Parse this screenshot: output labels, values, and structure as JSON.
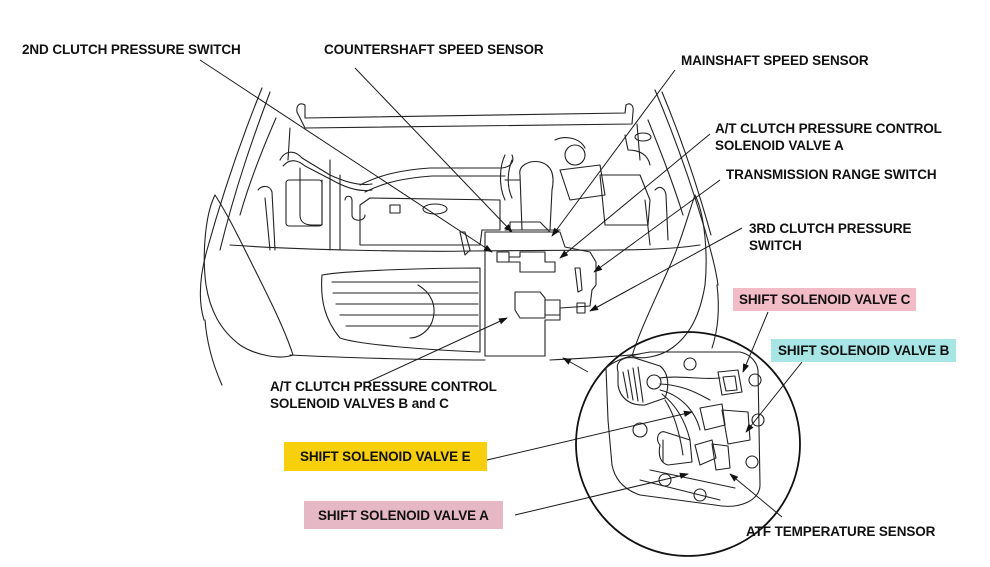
{
  "diagram": {
    "subject": "Engine compartment view with transmission component locations",
    "labels": [
      {
        "id": "second_clutch_pressure_switch",
        "lines": [
          "2ND CLUTCH PRESSURE SWITCH"
        ],
        "highlight": null
      },
      {
        "id": "countershaft_speed_sensor",
        "lines": [
          "COUNTERSHAFT SPEED SENSOR"
        ],
        "highlight": null
      },
      {
        "id": "mainshaft_speed_sensor",
        "lines": [
          "MAINSHAFT SPEED SENSOR"
        ],
        "highlight": null
      },
      {
        "id": "at_clutch_pressure_control_solenoid_valve_a",
        "lines": [
          "A/T CLUTCH PRESSURE CONTROL",
          "SOLENOID VALVE A"
        ],
        "highlight": null
      },
      {
        "id": "transmission_range_switch",
        "lines": [
          "TRANSMISSION RANGE SWITCH"
        ],
        "highlight": null
      },
      {
        "id": "third_clutch_pressure_switch",
        "lines": [
          "3RD CLUTCH PRESSURE",
          "SWITCH"
        ],
        "highlight": null
      },
      {
        "id": "shift_solenoid_valve_c",
        "lines": [
          "SHIFT SOLENOID VALVE C"
        ],
        "highlight": "#f2bcc6"
      },
      {
        "id": "shift_solenoid_valve_b",
        "lines": [
          "SHIFT SOLENOID VALVE B"
        ],
        "highlight": "#a8e6e6"
      },
      {
        "id": "at_clutch_pressure_control_solenoid_valves_b_c",
        "lines": [
          "A/T CLUTCH PRESSURE CONTROL",
          "SOLENOID VALVES B and C"
        ],
        "highlight": null
      },
      {
        "id": "shift_solenoid_valve_e",
        "lines": [
          "SHIFT SOLENOID VALVE E"
        ],
        "highlight": "#f7cf0a"
      },
      {
        "id": "shift_solenoid_valve_a",
        "lines": [
          "SHIFT SOLENOID VALVE A"
        ],
        "highlight": "#e6b8c6"
      },
      {
        "id": "atf_temperature_sensor",
        "lines": [
          "ATF TEMPERATURE SENSOR"
        ],
        "highlight": null
      }
    ],
    "colors": {
      "line": "#1a1a1a",
      "background": "#ffffff",
      "highlight_pink": "#f2bcc6",
      "highlight_cyan": "#a8e6e6",
      "highlight_yellow": "#f7cf0a",
      "highlight_mauve": "#e6b8c6"
    }
  }
}
